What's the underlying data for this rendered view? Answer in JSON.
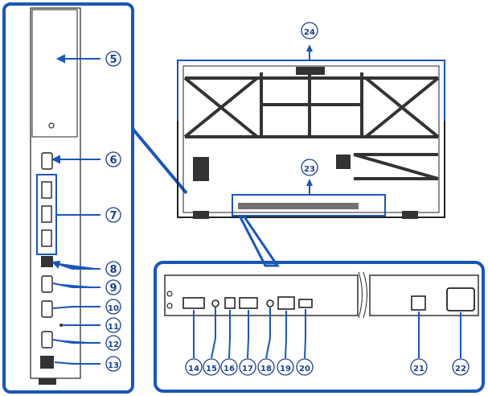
{
  "callouts": {
    "c5": "5",
    "c6": "6",
    "c7": "7",
    "c8": "8",
    "c9": "9",
    "c10": "10",
    "c11": "11",
    "c12": "12",
    "c13": "13",
    "c14": "14",
    "c15": "15",
    "c16": "16",
    "c17": "17",
    "c18": "18",
    "c19": "19",
    "c20": "20",
    "c21": "21",
    "c22": "22",
    "c23": "23",
    "c24": "24"
  },
  "colors": {
    "accent": "#1a56b8",
    "label": "#1a3f8f",
    "outline": "#222222"
  }
}
